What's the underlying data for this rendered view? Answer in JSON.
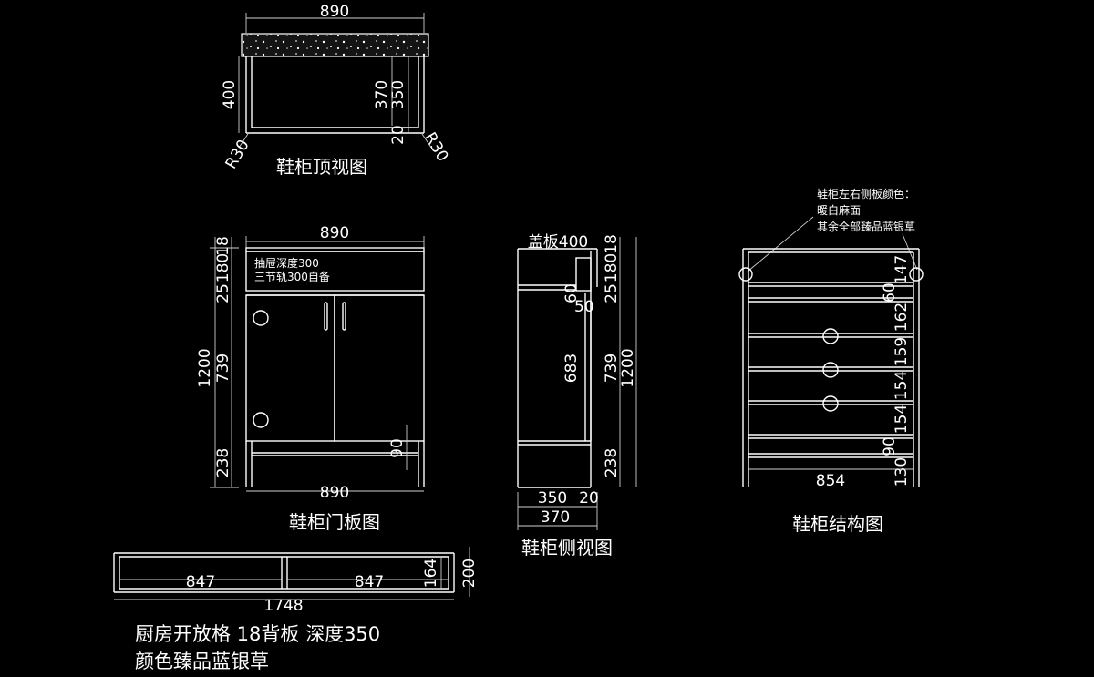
{
  "views": {
    "top": {
      "title": "鞋柜顶视图",
      "width": "890",
      "depth": "400",
      "inner_a": "370",
      "inner_b": "350",
      "gap": "20",
      "radius_left": "R30",
      "radius_right": "R30"
    },
    "front": {
      "title": "鞋柜门板图",
      "width_top": "890",
      "width_bottom": "890",
      "total": "1200",
      "seg_top": "18",
      "seg_drawer_a": "180",
      "seg_drawer_b": "25",
      "seg_door": "739",
      "seg_base": "238",
      "shelf_gap": "90",
      "note_1": "抽屉深度300",
      "note_2": "三节轨300自备"
    },
    "side": {
      "title": "鞋柜侧视图",
      "cover": "盖板400",
      "top": "18",
      "seg_a": "180",
      "seg_b": "25",
      "inner_60": "60",
      "inner_50": "50",
      "inner_683": "683",
      "seg_739": "739",
      "total": "1200",
      "seg_238": "238",
      "dep_350": "350",
      "dep_20": "20",
      "dep_370": "370"
    },
    "struct": {
      "title": "鞋柜结构图",
      "note_1": "鞋柜左右侧板颜色：",
      "note_2": "暖白麻面",
      "note_3": "其余全部臻品蓝银草",
      "width": "854",
      "dims": [
        "147",
        "60",
        "162",
        "159",
        "154",
        "154",
        "90",
        "130"
      ]
    },
    "shelf": {
      "left": "847",
      "right": "847",
      "total": "1748",
      "inner_h": "164",
      "outer_h": "200",
      "caption_1": "厨房开放格 18背板 深度350",
      "caption_2": "颜色臻品蓝银草"
    }
  }
}
